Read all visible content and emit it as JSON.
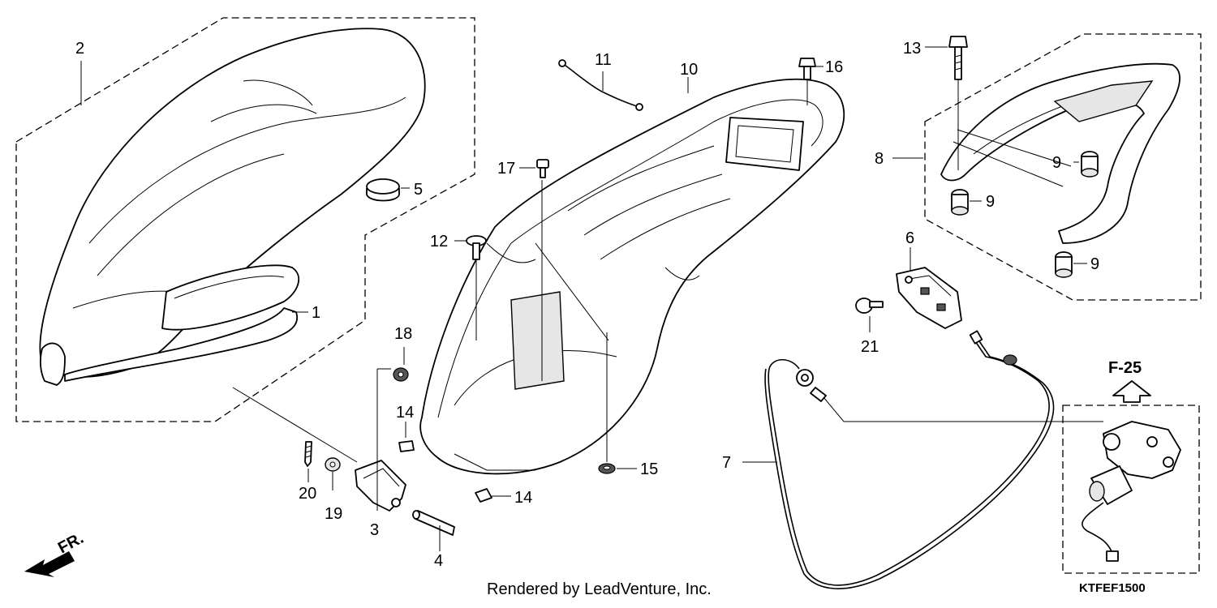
{
  "callouts": [
    {
      "id": "c1",
      "label": "1"
    },
    {
      "id": "c2",
      "label": "2"
    },
    {
      "id": "c3",
      "label": "3"
    },
    {
      "id": "c4",
      "label": "4"
    },
    {
      "id": "c5",
      "label": "5"
    },
    {
      "id": "c6",
      "label": "6"
    },
    {
      "id": "c7",
      "label": "7"
    },
    {
      "id": "c8",
      "label": "8"
    },
    {
      "id": "c9a",
      "label": "9"
    },
    {
      "id": "c9b",
      "label": "9"
    },
    {
      "id": "c9c",
      "label": "9"
    },
    {
      "id": "c10",
      "label": "10"
    },
    {
      "id": "c11",
      "label": "11"
    },
    {
      "id": "c12",
      "label": "12"
    },
    {
      "id": "c13",
      "label": "13"
    },
    {
      "id": "c14a",
      "label": "14"
    },
    {
      "id": "c14b",
      "label": "14"
    },
    {
      "id": "c15",
      "label": "15"
    },
    {
      "id": "c16",
      "label": "16"
    },
    {
      "id": "c17",
      "label": "17"
    },
    {
      "id": "c18",
      "label": "18"
    },
    {
      "id": "c19",
      "label": "19"
    },
    {
      "id": "c20",
      "label": "20"
    },
    {
      "id": "c21",
      "label": "21"
    }
  ],
  "reference_label": "F-25",
  "front_label": "FR.",
  "credit": "Rendered by LeadVenture, Inc.",
  "diagram_code": "KTFEF1500"
}
